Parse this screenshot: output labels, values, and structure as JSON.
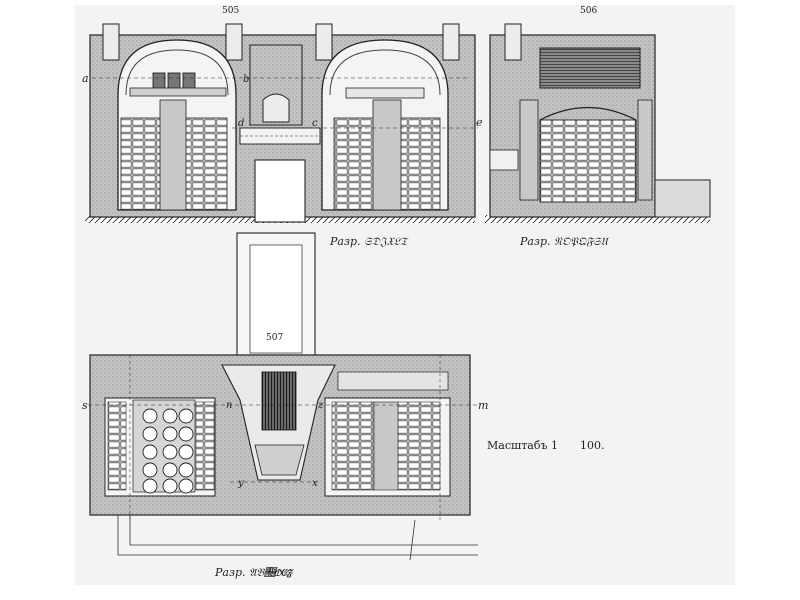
{
  "figures": {
    "top_left_number": "505",
    "top_right_number": "506",
    "plan_number": "507"
  },
  "captions": {
    "section_1": "Разр. 𝔖𝔇𝔍𝔛𝔏𝔗",
    "section_2": "Разр. 𝔑𝔒𝔓𝔔𝔉𝔖𝔘",
    "plan": "Разр. 𝔄𝔅𝔆𝔇𝔈𝔉"
  },
  "scale": {
    "label": "Масштабъ 1",
    "value": "100."
  },
  "letters": {
    "a": "a",
    "b": "b",
    "c": "c",
    "d": "d",
    "e": "e",
    "s": "s",
    "m": "m",
    "n": "n",
    "x": "x",
    "y": "y",
    "z": "z"
  },
  "colors": {
    "background": "#ffffff",
    "paper": "#f3f3f3",
    "wall": "#b9b9b9",
    "hatch": "#8c8c8c",
    "ink": "#222222",
    "brick": "#e8e8e8"
  }
}
